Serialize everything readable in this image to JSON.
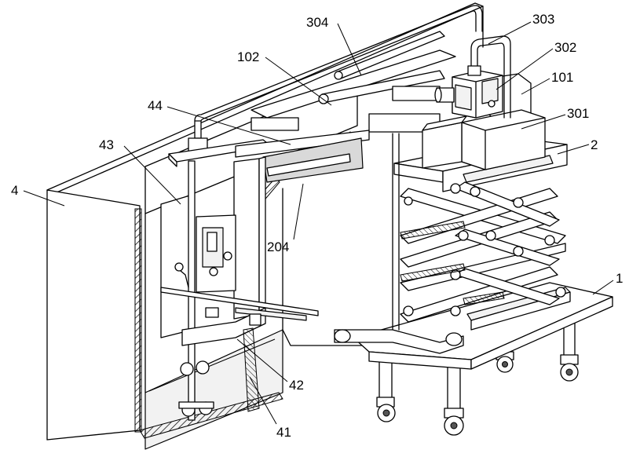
{
  "labels": {
    "l1": "1",
    "l2": "2",
    "l4": "4",
    "l41": "41",
    "l42": "42",
    "l43": "43",
    "l44": "44",
    "l101": "101",
    "l102": "102",
    "l204": "204",
    "l301": "301",
    "l302": "302",
    "l303": "303",
    "l304": "304"
  }
}
